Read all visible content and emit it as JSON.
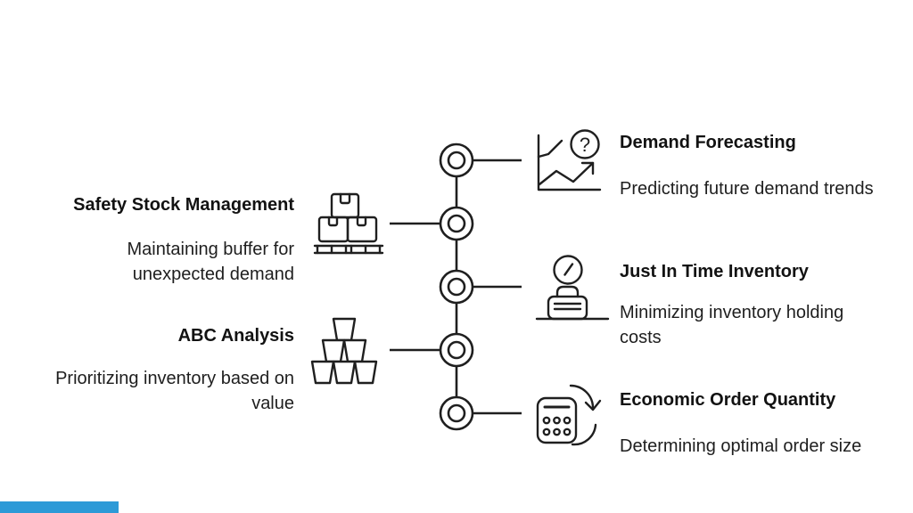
{
  "page": {
    "background": "#ffffff",
    "accent_bar_color": "#2d9ad7",
    "line_color": "#1f1f1f",
    "text_color": "#1a1a1a"
  },
  "timeline": {
    "node_count": 5,
    "node_style": "double-circle"
  },
  "items": [
    {
      "side": "right",
      "icon": "line-chart-question-icon",
      "title": "Demand Forecasting",
      "description": "Predicting future demand trends",
      "description_lines": [
        "Predicting future demand trends"
      ]
    },
    {
      "side": "left",
      "icon": "pallet-boxes-icon",
      "title": "Safety Stock Management",
      "description": "Maintaining buffer for unexpected demand",
      "description_lines": [
        "Maintaining buffer for",
        "unexpected demand"
      ]
    },
    {
      "side": "right",
      "icon": "clock-briefcase-icon",
      "title": "Just In Time Inventory",
      "description": "Minimizing inventory holding costs",
      "description_lines": [
        "Minimizing inventory holding",
        "costs"
      ]
    },
    {
      "side": "left",
      "icon": "stacked-bins-icon",
      "title": "ABC Analysis",
      "description": "Prioritizing inventory based on value",
      "description_lines": [
        "Prioritizing inventory based on",
        "value"
      ]
    },
    {
      "side": "right",
      "icon": "calculator-cycle-icon",
      "title": "Economic Order Quantity",
      "description": "Determining optimal order size",
      "description_lines": [
        "Determining optimal order size"
      ]
    }
  ],
  "glyphs": {
    "question_mark": "?"
  }
}
